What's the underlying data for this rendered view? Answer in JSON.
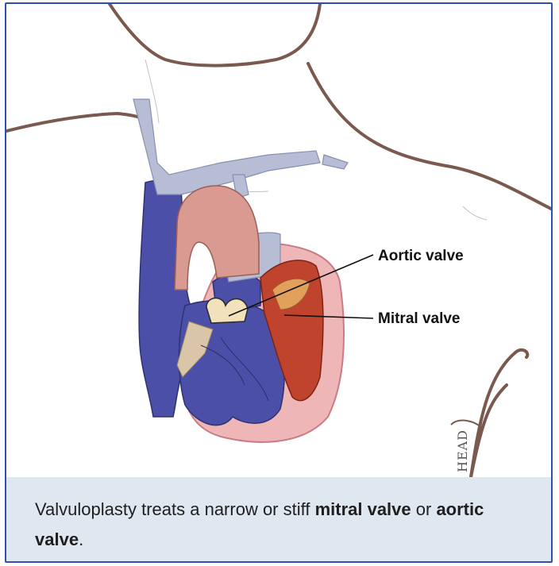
{
  "labels": {
    "aortic": "Aortic valve",
    "mitral": "Mitral valve"
  },
  "artist_signature": "HEAD",
  "caption": {
    "part1": "Valvuloplasty treats a narrow or stiff ",
    "bold1": "mitral valve",
    "part2": " or ",
    "bold2": "aortic valve",
    "part3": "."
  },
  "colors": {
    "border": "#2f4fb5",
    "caption_bg": "#dfe7f1",
    "vein_blue": "#4b4fa8",
    "aorta_pink": "#d99a91",
    "left_heart_red": "#c0432d",
    "pericardium_pink": "#efb6b8"
  }
}
